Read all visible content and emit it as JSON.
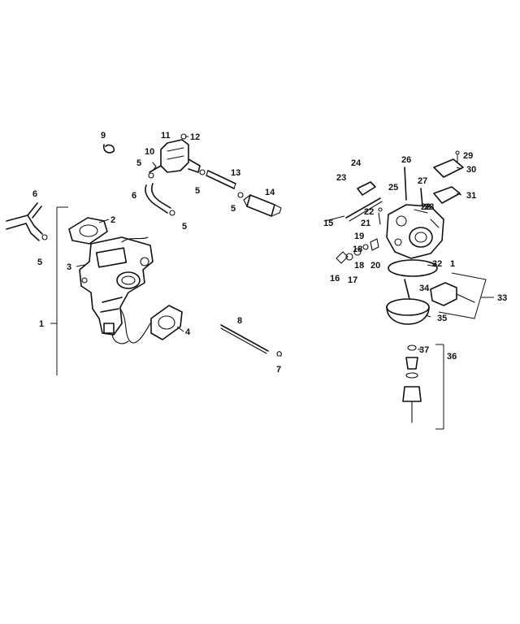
{
  "callouts": [
    "1",
    "2",
    "3",
    "4",
    "5",
    "5",
    "5",
    "5",
    "5",
    "6",
    "6",
    "7",
    "8",
    "9",
    "10",
    "11",
    "12",
    "13",
    "14",
    "15",
    "16",
    "17",
    "18",
    "18",
    "19",
    "20",
    "21",
    "22",
    "22",
    "23",
    "24",
    "25",
    "26",
    "27",
    "28",
    "29",
    "30",
    "31",
    "32",
    "33",
    "34",
    "35",
    "36",
    "37"
  ]
}
